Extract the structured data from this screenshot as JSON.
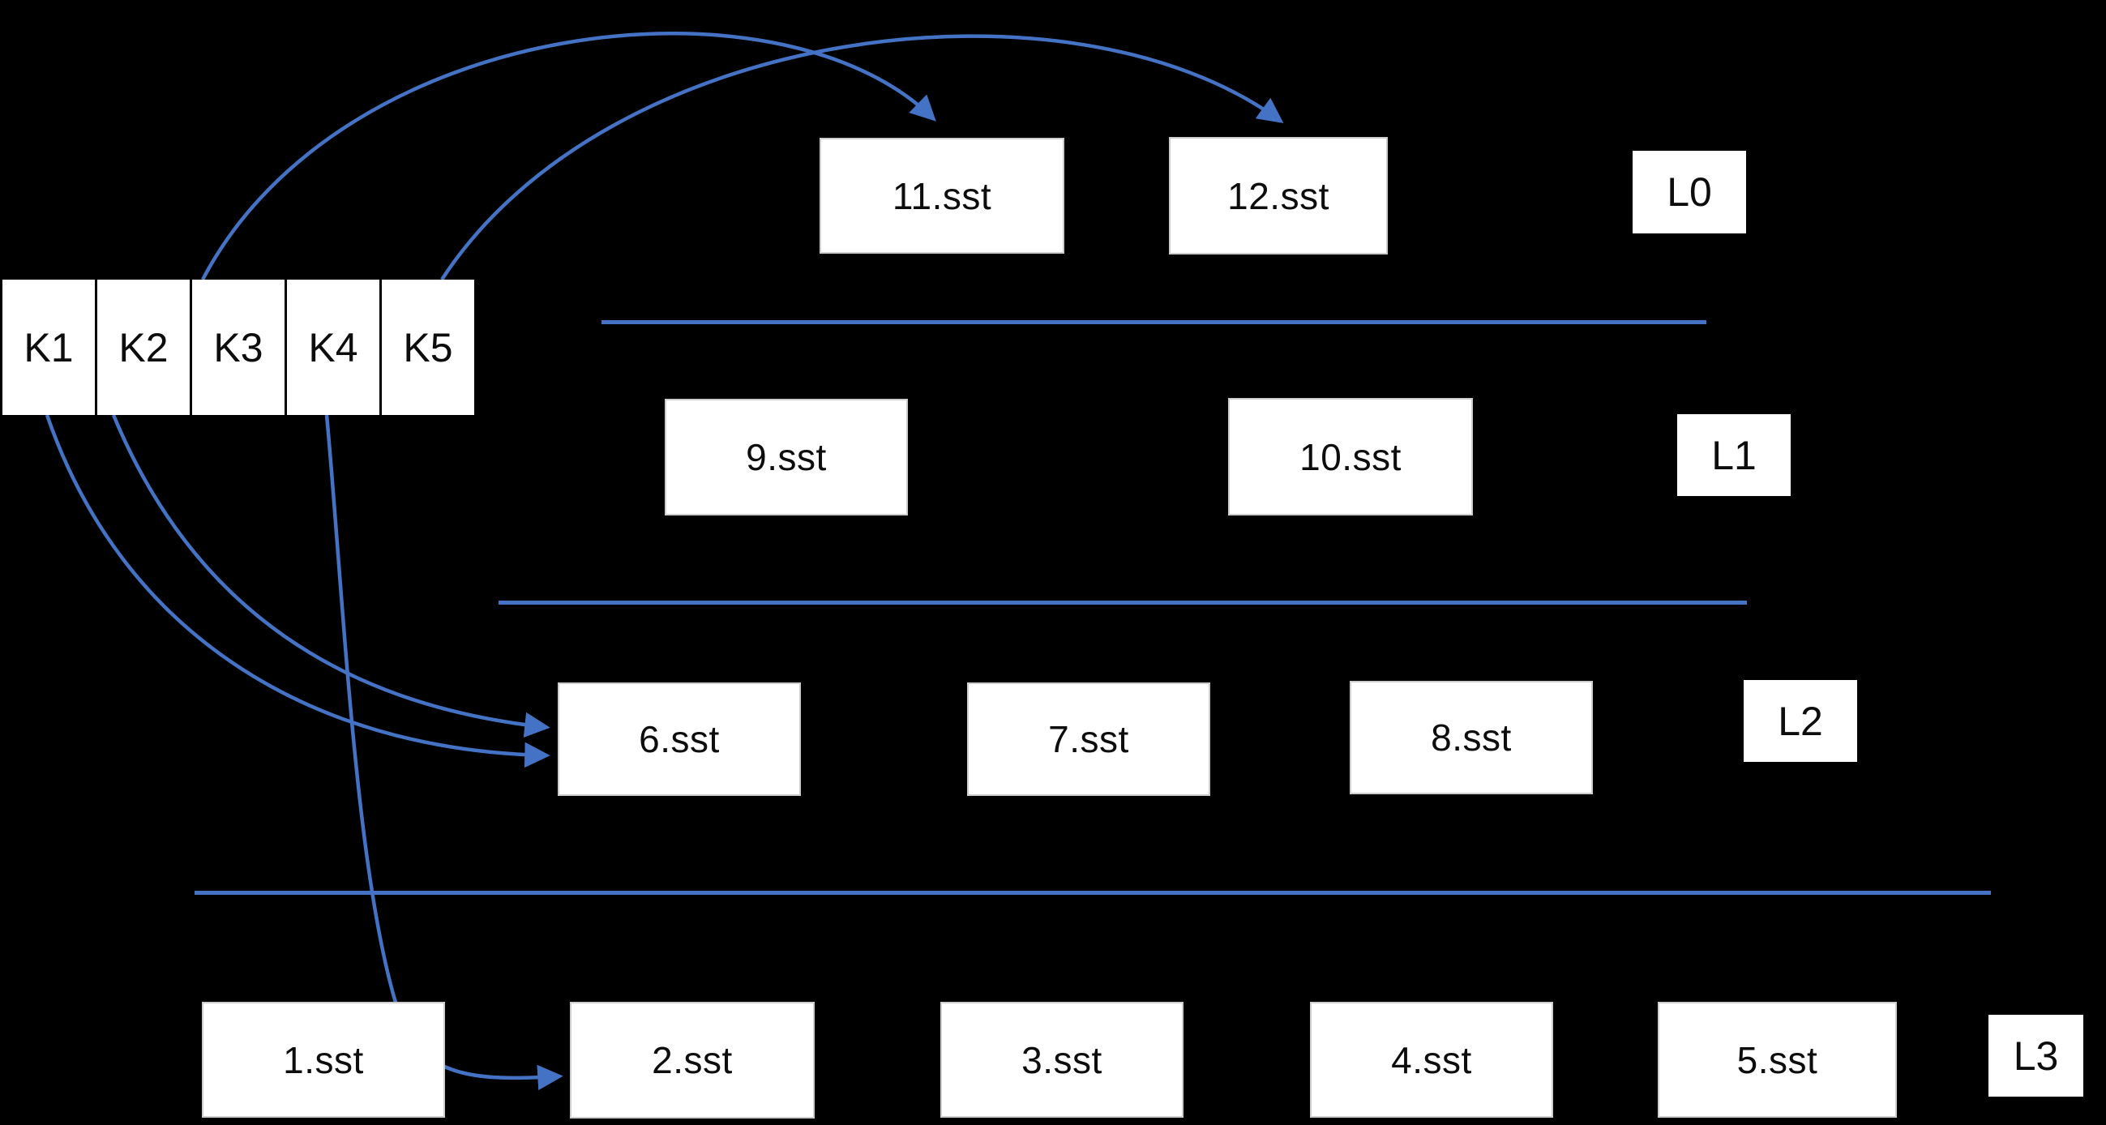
{
  "colors": {
    "background": "#000000",
    "accent": "#4472C4",
    "box_fill": "#FFFFFF",
    "box_text": "#0D0D0D"
  },
  "memtable": {
    "keys": [
      "K1",
      "K2",
      "K3",
      "K4",
      "K5"
    ]
  },
  "levels": [
    {
      "name": "L0",
      "files": [
        {
          "label": "11.sst"
        },
        {
          "label": "12.sst"
        }
      ]
    },
    {
      "name": "L1",
      "files": [
        {
          "label": "9.sst"
        },
        {
          "label": "10.sst"
        }
      ]
    },
    {
      "name": "L2",
      "files": [
        {
          "label": "6.sst"
        },
        {
          "label": "7.sst"
        },
        {
          "label": "8.sst"
        }
      ]
    },
    {
      "name": "L3",
      "files": [
        {
          "label": "1.sst"
        },
        {
          "label": "2.sst"
        },
        {
          "label": "3.sst"
        },
        {
          "label": "4.sst"
        },
        {
          "label": "5.sst"
        }
      ]
    }
  ],
  "arrows": [
    {
      "from": "K3",
      "to": "11.sst"
    },
    {
      "from": "K5",
      "to": "12.sst"
    },
    {
      "from": "K1",
      "to": "6.sst"
    },
    {
      "from": "K2",
      "to": "6.sst"
    },
    {
      "from": "K4",
      "to": "2.sst"
    }
  ]
}
